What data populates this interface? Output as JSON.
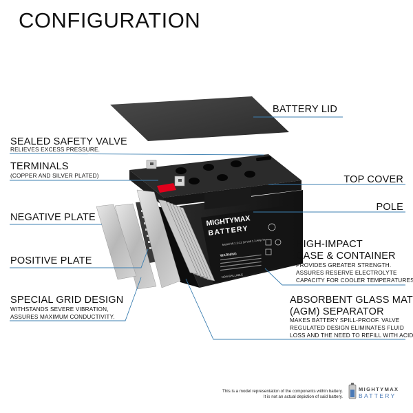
{
  "title": "CONFIGURATION",
  "labels": {
    "battery_lid": "BATTERY LID",
    "safety_valve": {
      "title": "SEALED SAFETY VALVE",
      "sub": "RELIEVES EXCESS PRESSURE."
    },
    "terminals": {
      "title": "TERMINALS",
      "sub": "(COPPER AND SILVER PLATED)"
    },
    "top_cover": "TOP COVER",
    "negative_plate": "NEGATIVE PLATE",
    "pole": "POLE",
    "positive_plate": "POSITIVE PLATE",
    "case": {
      "title_line1": "HIGH-IMPACT",
      "title_line2": "CASE & CONTAINER",
      "sub_line1": "PROVIDES GREATER STRENGTH.",
      "sub_line2": "ASSURES RESERVE ELECTROLYTE",
      "sub_line3": "CAPACITY FOR COOLER TEMPERATURES."
    },
    "grid": {
      "title": "SPECIAL GRID DESIGN",
      "sub_line1": "WITHSTANDS SEVERE VIBRATION,",
      "sub_line2": "ASSURES MAXIMUM CONDUCTIVITY."
    },
    "agm": {
      "title_line1": "ABSORBENT GLASS MAT",
      "title_line2": "(AGM) SEPARATOR",
      "sub_line1": "MAKES BATTERY SPILL-PROOF. VALVE",
      "sub_line2": "REGULATED DESIGN ELIMINATES FLUID",
      "sub_line3": "LOSS AND THE NEED TO REFILL WITH ACID."
    }
  },
  "battery_sticker": {
    "brand_line1": "MIGHTYMAX",
    "brand_line2": "BATTERY",
    "model": "Model ML1.3-12  12 Volt 1.3 Amp hr",
    "warning": "WARNING",
    "nonspillable": "NON-SPILLABLE"
  },
  "footer": {
    "line1": "This is a model representation of the components within battery.",
    "line2": "It is not an actual depiction of said battery."
  },
  "logo": {
    "top": "MIGHTYMAX",
    "bottom": "BATTERY"
  },
  "colors": {
    "leader_line": "#3c7fb1",
    "battery_body": "#1a1a1a",
    "terminal_red": "#e0001b",
    "plate_gray": "#bfbfbf",
    "logo_blue": "#4a7ab7"
  }
}
